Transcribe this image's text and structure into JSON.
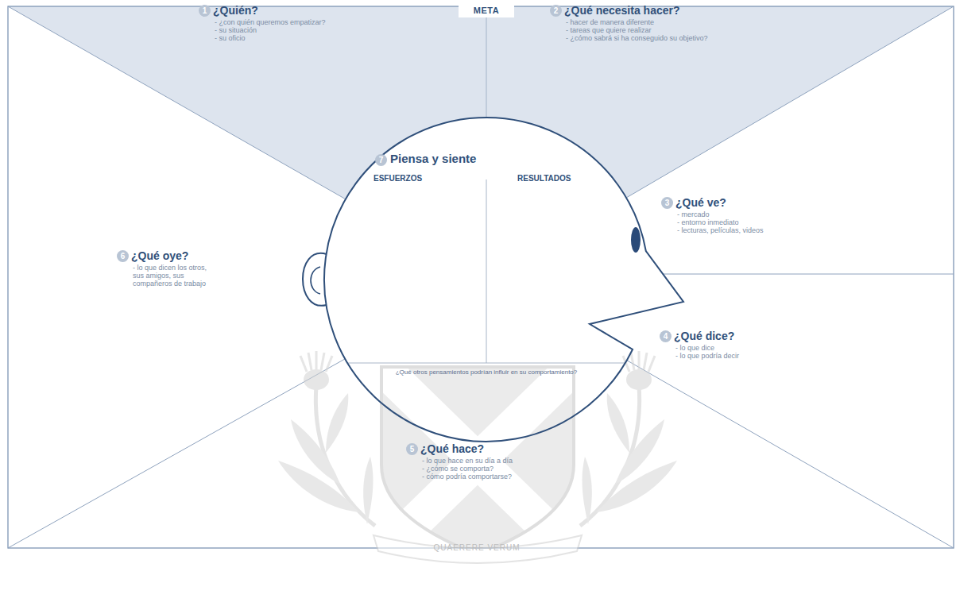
{
  "diagram": {
    "nodes": [
      {
        "text": [
          "1",
          "¿Quién?",
          "- ¿con quién queremos empatizar?",
          "- su situación",
          "- su oficio"
        ]
      },
      {
        "text": [
          "META"
        ]
      },
      {
        "text": [
          "2",
          "¿Qué necesita hacer?",
          "- hacer de manera diferente",
          "- tareas que quiere realizar",
          "- ¿cómo sabrá si ha conseguido su objetivo?"
        ]
      },
      {
        "text": [
          "3",
          "¿Qué ve?",
          "- mercado",
          "- entorno inmediato",
          "- lecturas, películas, videos"
        ]
      },
      {
        "text": [
          "4",
          "¿Qué dice?",
          "- lo que dice",
          "- lo que podría decir"
        ]
      },
      {
        "text": [
          "5",
          "¿Qué hace?",
          "- lo que hace en su día a día",
          "- ¿cómo se comporta?",
          "- cómo podría comportarse?"
        ]
      },
      {
        "text": [
          "6",
          "¿Qué oye?",
          "- lo que dicen los otros, sus amigos, sus compañeros de trabajo"
        ]
      },
      {
        "text": [
          "7",
          "Piensa y siente",
          "ESFUERZOS",
          "RESULTADOS",
          "¿Qué otros pensamientos podrían influir en su comportamiento?"
        ]
      }
    ],
    "labels": [
      "QUAERERE VERUM"
    ]
  }
}
